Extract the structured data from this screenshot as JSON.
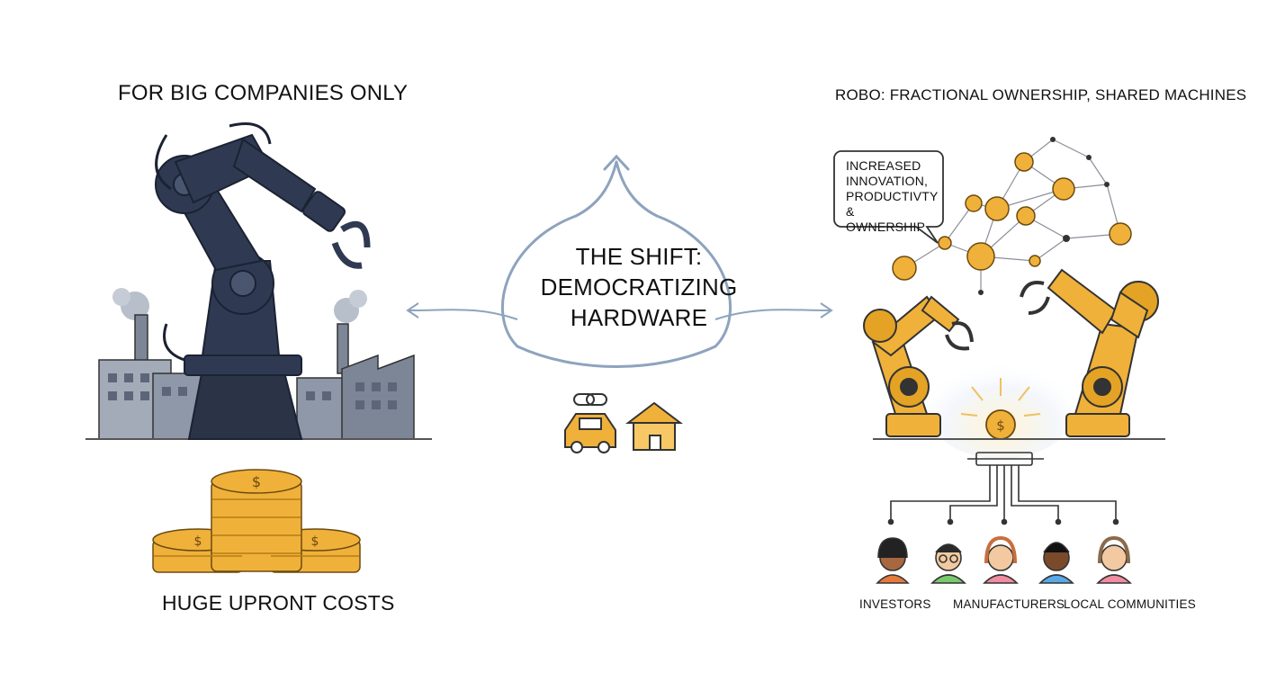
{
  "left": {
    "title": "FOR BIG COMPANIES ONLY",
    "caption": "HUGE UPRONT COSTS"
  },
  "center": {
    "title_line1": "THE SHIFT:",
    "title_line2": "DEMOCRATIZING",
    "title_line3": "HARDWARE"
  },
  "right": {
    "title": "ROBO: FRACTIONAL OWNERSHIP, SHARED MACHINES",
    "callout_line1": "INCREASED",
    "callout_line2": "INNOVATION,",
    "callout_line3": "PRODUCTIVTY &",
    "callout_line4": "OWNERSHIP",
    "stakeholders": [
      "INVESTORS",
      "MANUFACTURERS",
      "LOCAL COMMUNITIES"
    ]
  },
  "colors": {
    "dark_robot": "#2f3a52",
    "gold": "#f0b13a",
    "gold_dark": "#c98a18",
    "factory": "#8f98a8",
    "arrow": "#8ea3bd",
    "ink": "#111111"
  },
  "icons": [
    "dark-robot-arm-icon",
    "factory-icon",
    "coin-stack-icon",
    "car-icon",
    "house-icon",
    "link-icon",
    "gold-robot-arm-icon",
    "coin-network-icon",
    "glowing-coin-icon",
    "person-avatar-icon"
  ]
}
